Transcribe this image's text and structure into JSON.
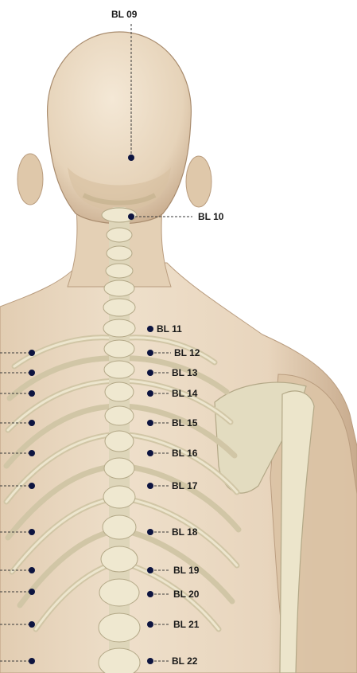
{
  "diagram": {
    "subject": "acupuncture points of the bladder meridian on the back of the head, neck and spine",
    "colors": {
      "skin": "#ecdcc6",
      "skin_shadow": "#cdb296",
      "bone": "#ede7cd",
      "bone_shadow": "#bdb393",
      "point": "#0d1440",
      "leader": "#3a3a3a",
      "label": "#1a1a1a"
    },
    "points": [
      {
        "id": "bl09",
        "label": "BL 09"
      },
      {
        "id": "bl10",
        "label": "BL 10"
      },
      {
        "id": "bl11",
        "label": "BL 11"
      },
      {
        "id": "bl12",
        "label": "BL 12"
      },
      {
        "id": "bl13",
        "label": "BL 13"
      },
      {
        "id": "bl14",
        "label": "BL 14"
      },
      {
        "id": "bl15",
        "label": "BL 15"
      },
      {
        "id": "bl16",
        "label": "BL 16"
      },
      {
        "id": "bl17",
        "label": "BL 17"
      },
      {
        "id": "bl18",
        "label": "BL 18"
      },
      {
        "id": "bl19",
        "label": "BL 19"
      },
      {
        "id": "bl20",
        "label": "BL 20"
      },
      {
        "id": "bl21",
        "label": "BL 21"
      },
      {
        "id": "bl22",
        "label": "BL 22"
      }
    ]
  }
}
